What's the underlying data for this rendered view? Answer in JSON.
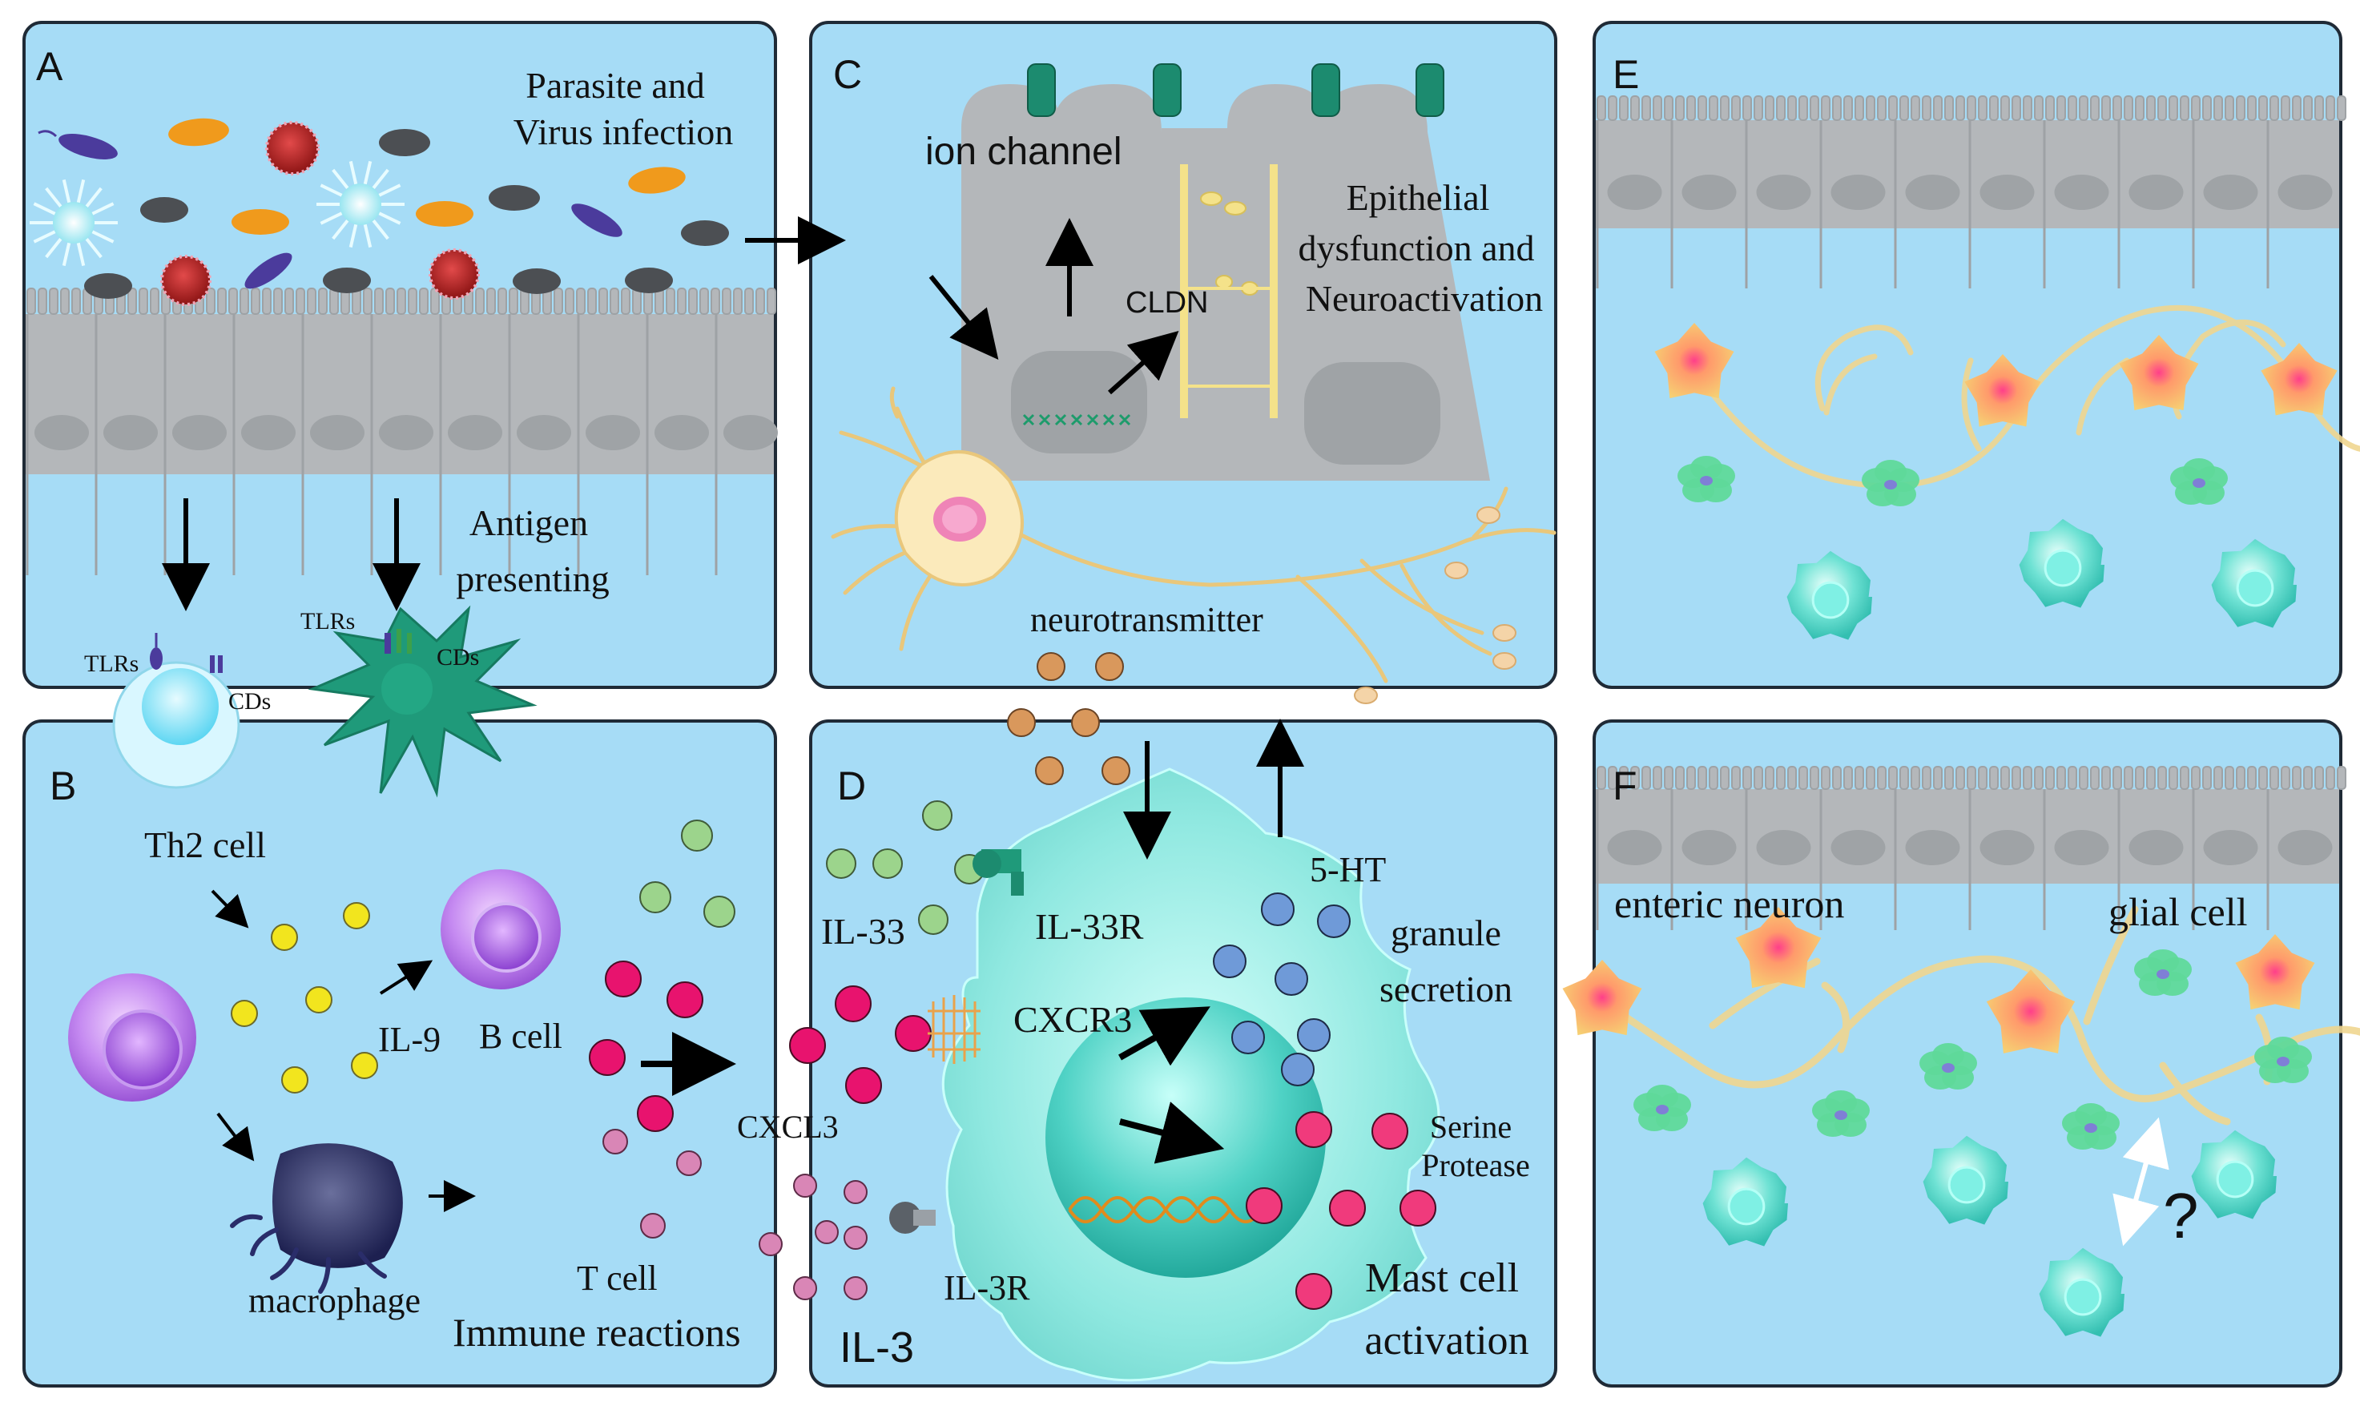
{
  "panels": {
    "A": {
      "letter": "A",
      "title_line1": "Parasite and",
      "title_line2": "Virus infection",
      "antigen_line1": "Antigen",
      "antigen_line2": "presenting",
      "tlrs_left": "TLRs",
      "cds_left": "CDs",
      "tlrs_right": "TLRs",
      "cds_right": "CDs"
    },
    "B": {
      "letter": "B",
      "th2": "Th2 cell",
      "il9": "IL-9",
      "bcell": "B cell",
      "macrophage": "macrophage",
      "tcell": "T cell",
      "immune": "Immune reactions",
      "cxcl3": "CXCL3"
    },
    "C": {
      "letter": "C",
      "ion_channel": "ion channel",
      "epi_line1": "Epithelial",
      "epi_line2": "dysfunction and",
      "epi_line3": "Neuroactivation",
      "cldn": "CLDN",
      "neurotransmitter": "neurotransmitter"
    },
    "D": {
      "letter": "D",
      "il33": "IL-33",
      "il33r": "IL-33R",
      "cxcr3": "CXCR3",
      "il3r": "IL-3R",
      "il3": "IL-3",
      "ht5": "5-HT",
      "granule_line1": "granule",
      "granule_line2": "secretion",
      "serine_line1": "Serine",
      "serine_line2": "Protease",
      "mast_line1": "Mast cell",
      "mast_line2": "activation"
    },
    "E": {
      "letter": "E"
    },
    "F": {
      "letter": "F",
      "enteric": "enteric neuron",
      "glial": "glial cell",
      "question": "?"
    }
  },
  "colors": {
    "panel_bg": "#a6dcf6",
    "panel_border": "#1f2a36",
    "epithelium": "#b4b7ba",
    "nucleus": "#9fa3a6",
    "mast_cell": "#8fe8e0",
    "neuron": "#f3c873",
    "glia": "#5fd99a",
    "il9_yellow": "#f2e51e",
    "chemokine_red": "#e8136e",
    "il33_green": "#9cd48c",
    "il3_pink": "#d986b6",
    "ht5_blue": "#6f9ad8",
    "protease_pink": "#f03a7c",
    "neurotransmitter_orange": "#d9985c"
  },
  "icons": [
    "arrow-icon",
    "bacterium-icon",
    "virus-icon",
    "dendritic-cell-icon",
    "macrophage-icon",
    "dna-icon",
    "receptor-icon",
    "question-icon"
  ]
}
